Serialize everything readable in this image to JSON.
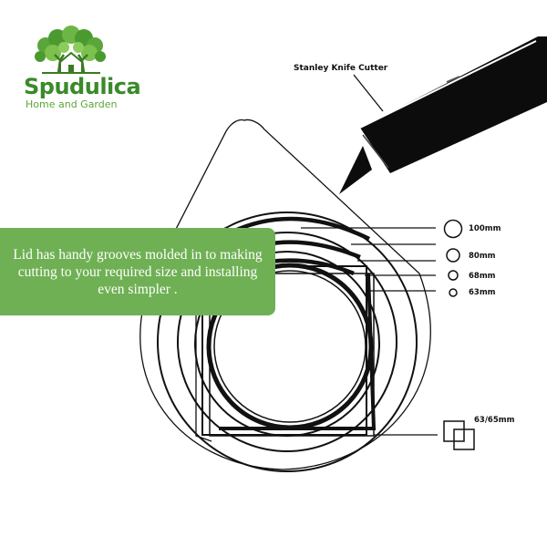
{
  "brand": {
    "name": "Spudulica",
    "tagline": "Home and Garden",
    "colors": {
      "leaf": "#4a9a30",
      "leaf_light": "#7cc04e",
      "text": "#3a8a2a"
    }
  },
  "callout": {
    "text": "Lid has handy grooves molded in to making cutting to your required size and installing even simpler .",
    "color": "#6fb054"
  },
  "cutter": {
    "label": "Stanley Knife Cutter"
  },
  "sizes": [
    {
      "label": "100mm",
      "shape": "circle"
    },
    {
      "label": "80mm",
      "shape": "circle"
    },
    {
      "label": "68mm",
      "shape": "circle"
    },
    {
      "label": "63mm",
      "shape": "circle"
    },
    {
      "label": "63/65mm",
      "shape": "square"
    }
  ]
}
